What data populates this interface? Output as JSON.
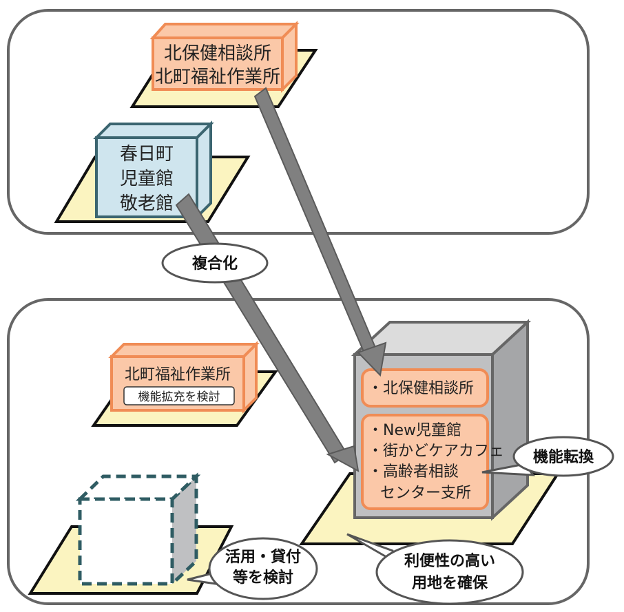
{
  "top_area": {
    "building_a": {
      "line1": "北保健相談所",
      "line2": "北町福祉作業所"
    },
    "building_b": {
      "line1": "春日町",
      "line2": "児童館",
      "line3": "敬老館"
    }
  },
  "bubbles": {
    "merge": "複合化",
    "convert": "機能転換",
    "utilize": {
      "line1": "活用・貸付",
      "line2": "等を検討"
    },
    "site": {
      "line1": "利便性の高い",
      "line2": "用地を確保"
    }
  },
  "bottom_area": {
    "workshop": {
      "title": "北町福祉作業所",
      "note": "機能拡充を検討"
    },
    "new_facility": {
      "panel_top": "・北保健相談所",
      "panel_bottom": [
        "・New児童館",
        "・街かどケアカフェ",
        "・高齢者相談",
        "センター支所"
      ]
    }
  },
  "colors": {
    "orange_fill": "#fbc8a8",
    "orange_stroke": "#f08c55",
    "blue_fill": "#cfe5ee",
    "blue_stroke": "#3b6570",
    "pad_fill": "#fbf4c0",
    "gray_building": "#bfc0c2",
    "arrow": "#808080"
  }
}
